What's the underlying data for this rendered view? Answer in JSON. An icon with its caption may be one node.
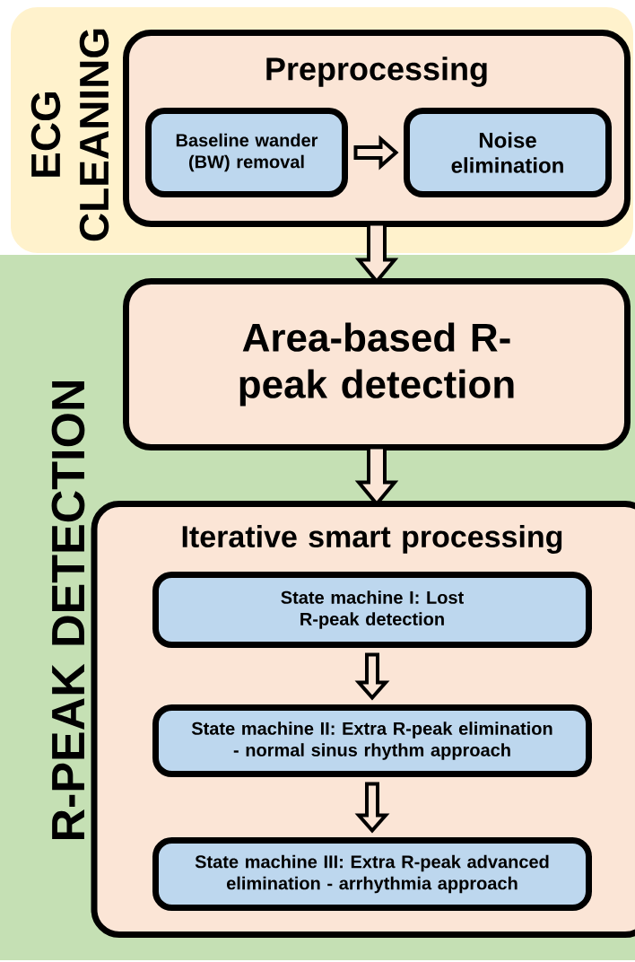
{
  "diagram": {
    "nodes": [
      {
        "text": [
          "ECG CLEANING"
        ]
      },
      {
        "text": [
          "Preprocessing"
        ],
        "in": 0
      },
      {
        "text": [
          "Baseline wander (BW) removal"
        ],
        "in": 1
      },
      {
        "text": [
          "Noise elimination"
        ],
        "in": 1
      },
      {
        "text": [
          "R-PEAK DETECTION"
        ]
      },
      {
        "text": [
          "Area-based R-peak detection"
        ],
        "in": 4
      },
      {
        "text": [
          "Iterative smart processing"
        ],
        "in": 4
      },
      {
        "text": [
          "State machine I: Lost R-peak detection"
        ],
        "in": 6
      },
      {
        "text": [
          "State machine II: Extra R-peak elimination - normal sinus rhythm approach"
        ],
        "in": 6
      },
      {
        "text": [
          "State machine III: Extra R-peak advanced elimination - arrhythmia approach"
        ],
        "in": 6
      }
    ],
    "edges": [
      {
        "from": 2,
        "to": 3,
        "arrow": "to"
      },
      {
        "from": 1,
        "to": 5,
        "arrow": "to"
      },
      {
        "from": 5,
        "to": 6,
        "arrow": "to"
      },
      {
        "from": 7,
        "to": 8,
        "arrow": "to"
      },
      {
        "from": 8,
        "to": 9,
        "arrow": "to"
      }
    ]
  }
}
